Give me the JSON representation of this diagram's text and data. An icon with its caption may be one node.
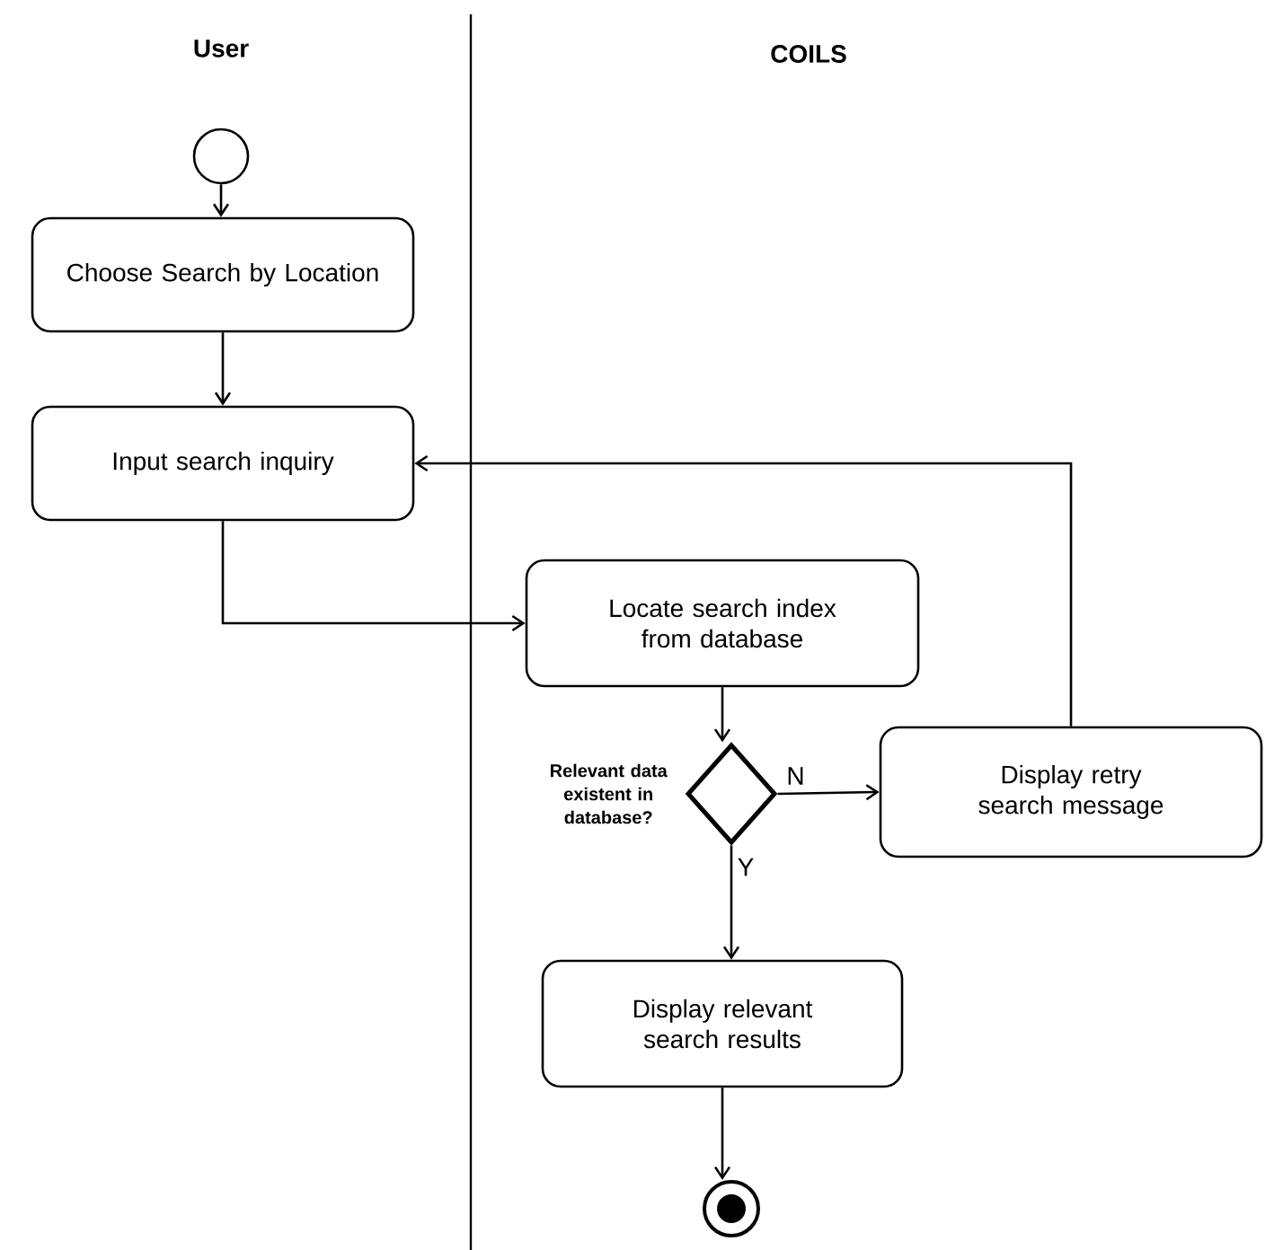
{
  "diagram": {
    "nodes": [
      {
        "text": [],
        "shape": "circle"
      },
      {
        "text": [
          "Choose Search by Location"
        ]
      },
      {
        "text": [
          "Input search inquiry"
        ]
      },
      {
        "text": [
          "Locate search index from database"
        ]
      },
      {
        "text": [],
        "shape": "diamond",
        "beside": [
          "Relevant data existent in database?"
        ]
      },
      {
        "text": [
          "Display retry search message"
        ]
      },
      {
        "text": [
          "Display relevant search results"
        ]
      },
      {
        "text": [],
        "shape": "circle"
      }
    ],
    "edges": [
      {
        "from": 0,
        "to": 1,
        "arrow": "to"
      },
      {
        "from": 1,
        "to": 2,
        "arrow": "to"
      },
      {
        "from": 2,
        "to": 3,
        "arrow": "to"
      },
      {
        "from": 3,
        "to": 4,
        "arrow": "to"
      },
      {
        "from": 4,
        "to": 5,
        "arrow": "to",
        "label": "N"
      },
      {
        "from": 4,
        "to": 6,
        "arrow": "to",
        "label": "Y"
      },
      {
        "from": 5,
        "to": 2,
        "arrow": "to"
      },
      {
        "from": 6,
        "to": 7,
        "arrow": "to"
      }
    ],
    "labels": [
      "User",
      "COILS"
    ]
  }
}
